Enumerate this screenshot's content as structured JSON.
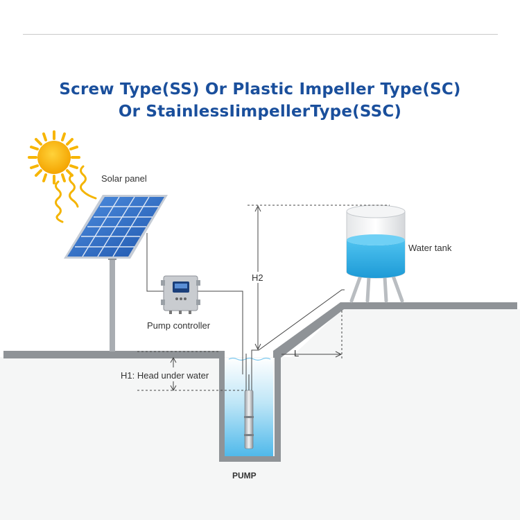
{
  "title": {
    "line1": "Screw Type(SS) Or Plastic Impeller Type(SC)",
    "line2": "Or StainlessIimpellerType(SSC)"
  },
  "labels": {
    "solar_panel": "Solar panel",
    "water_tank": "Water tank",
    "pump_controller": "Pump controller",
    "h2": "H2",
    "l": "L",
    "h1": "H1: Head under water",
    "pump": "PUMP"
  },
  "colors": {
    "title": "#1a4f9c",
    "ground": "#8f9397",
    "water": "#29a8e0",
    "sun": "#f7b500",
    "panel": "#2f6cc4"
  }
}
